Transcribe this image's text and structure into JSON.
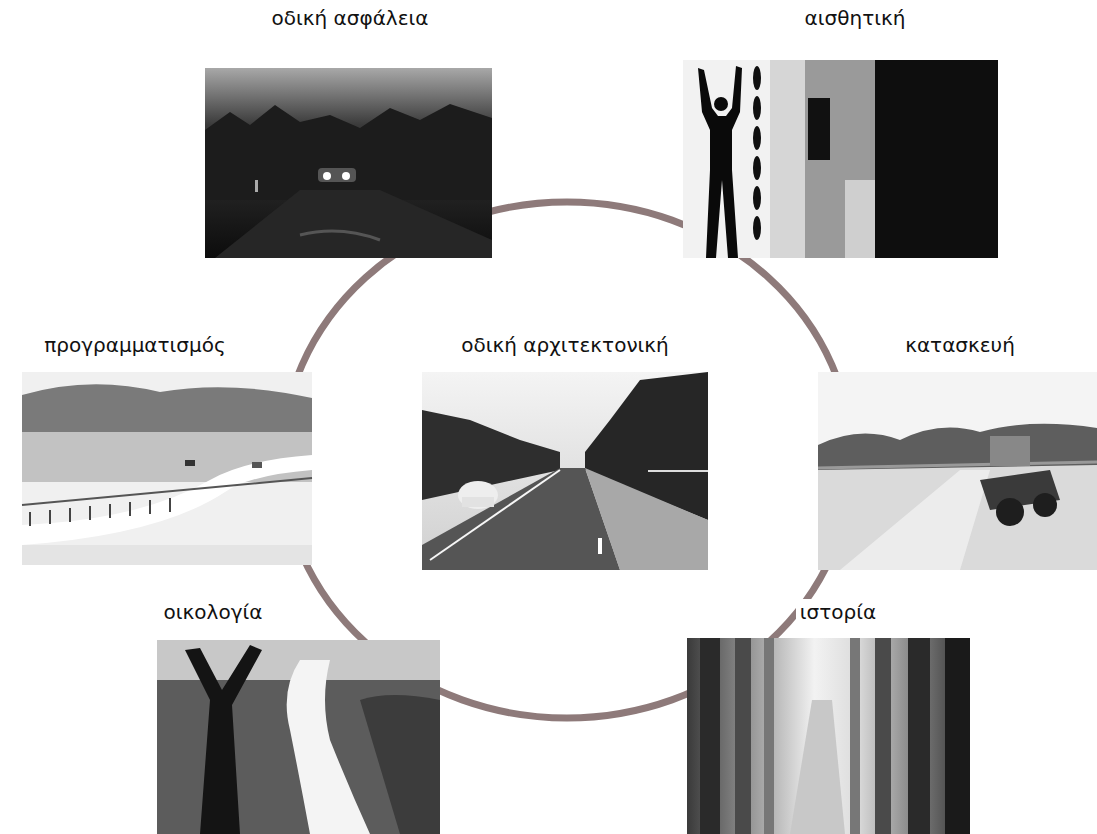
{
  "diagram": {
    "nodes": [
      {
        "text": [
          "οδική ασφάλεια"
        ]
      },
      {
        "text": [
          "αισθητική"
        ]
      },
      {
        "text": [
          "προγραμματισμός"
        ]
      },
      {
        "text": [
          "οδική αρχιτεκτονική"
        ]
      },
      {
        "text": [
          "κατασκευή"
        ]
      },
      {
        "text": [
          "οικολογία"
        ]
      },
      {
        "text": [
          "ιστορία"
        ]
      }
    ]
  }
}
